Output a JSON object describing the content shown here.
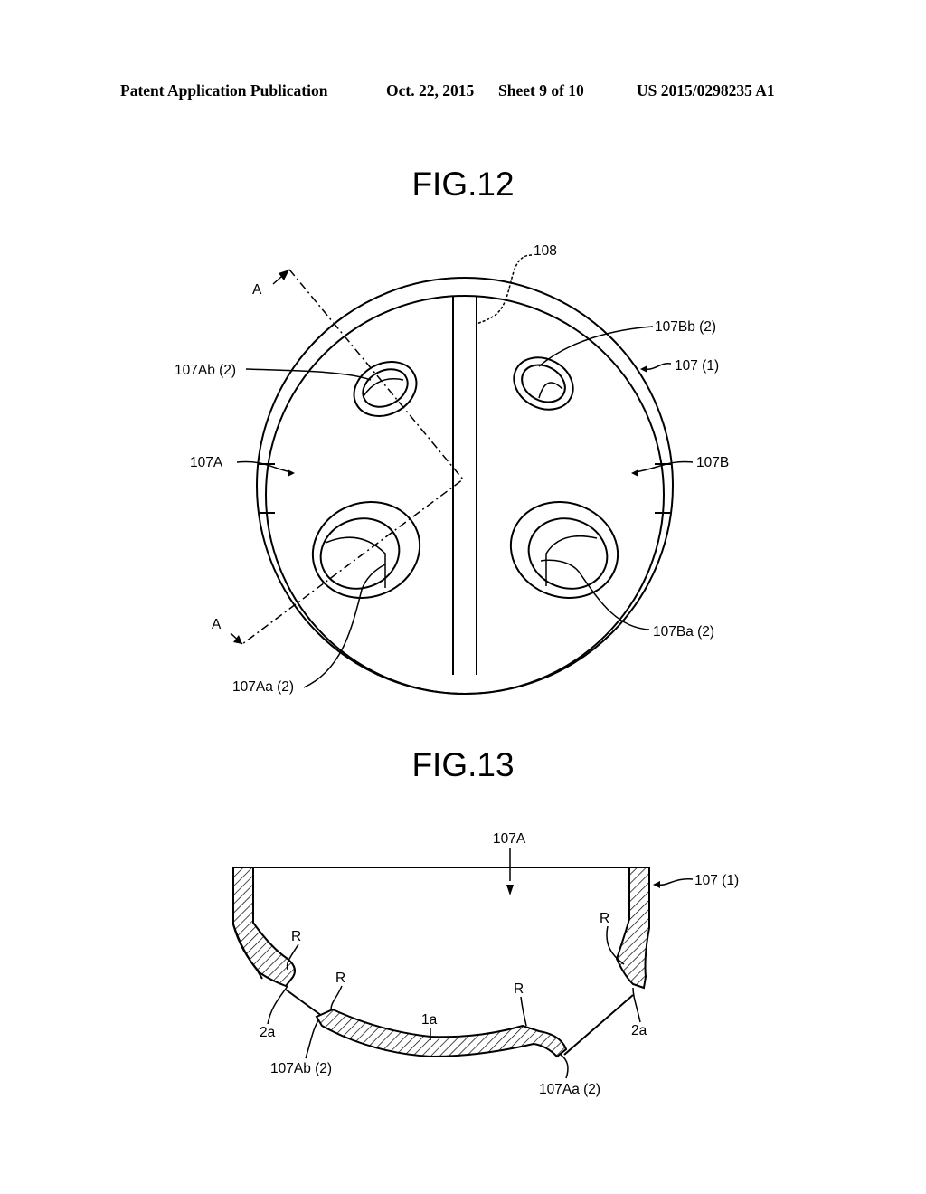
{
  "header": {
    "publication": "Patent Application Publication",
    "date": "Oct. 22, 2015",
    "sheet": "Sheet 9 of 10",
    "number": "US 2015/0298235 A1"
  },
  "fig12": {
    "title": "FIG.12",
    "labels": {
      "l108": "108",
      "A_top": "A",
      "A_bottom": "A",
      "l107Bb": "107Bb (2)",
      "l107Ab": "107Ab (2)",
      "l107_1": "107 (1)",
      "l107A": "107A",
      "l107B": "107B",
      "l107Ba": "107Ba (2)",
      "l107Aa": "107Aa (2)"
    }
  },
  "fig13": {
    "title": "FIG.13",
    "labels": {
      "l107A": "107A",
      "l107_1": "107 (1)",
      "R1": "R",
      "R2": "R",
      "R3": "R",
      "R4": "R",
      "l1a": "1a",
      "l2a_left": "2a",
      "l2a_right": "2a",
      "l107Ab": "107Ab (2)",
      "l107Aa": "107Aa (2)"
    }
  }
}
